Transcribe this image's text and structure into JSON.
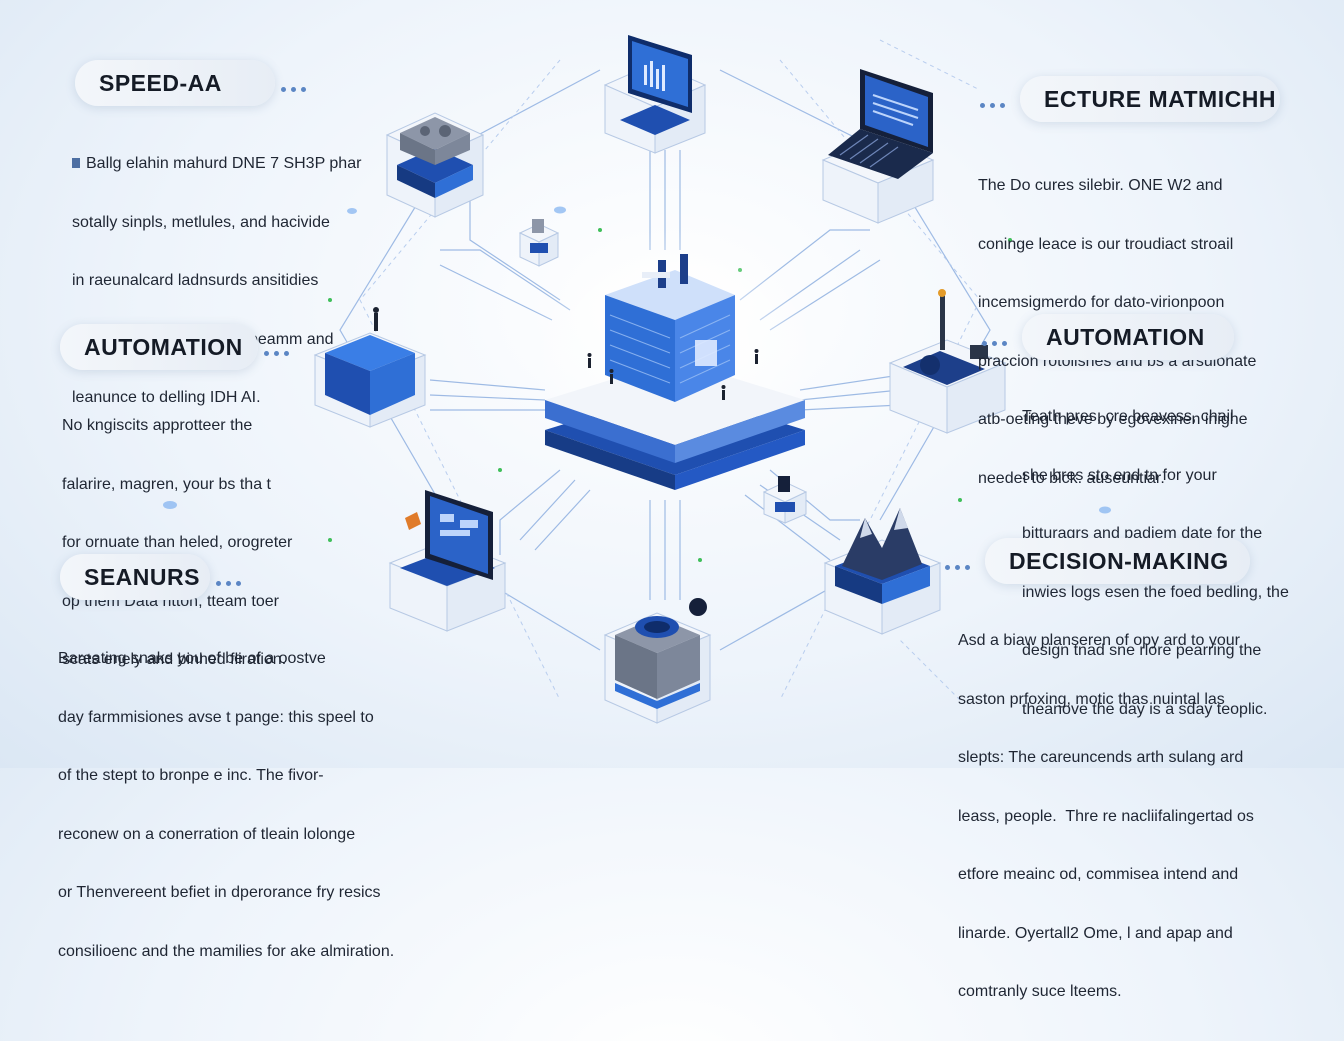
{
  "sections": [
    {
      "id": "top-left",
      "title": "SPEED-AA",
      "lines": [
        "Ballg elahin mahurd DNE 7 SH3P phar",
        "sotally sinpls, metlules, and hacivide",
        "in raeunalcard ladnsurds ansitidies",
        "regtencke-aneeting, that beamm and",
        "leanunce to delling IDH AI."
      ]
    },
    {
      "id": "top-right",
      "title": "ECTURE MATMICHH",
      "lines": [
        "The Do cures silebir. ONE W2 and",
        "coninge leace is our troudiact stroail",
        "incemsigmerdo for dato-virionpoon",
        "praccion rotolishes and bs a arsulonate",
        "atb-oeting theve by egovexinen inighe",
        "needet to bick. auseuntiar."
      ]
    },
    {
      "id": "middle-left",
      "title": "AUTOMATION",
      "lines": [
        "No kngiscits approtteer the",
        "falarire, magren, your bs tha t",
        "for ornuate than heled, orogreter",
        "op them Data ritton, tteam toer",
        "scats enely and binhed fliration."
      ]
    },
    {
      "id": "middle-right",
      "title": "AUTOMATION",
      "lines": [
        "Teath pres. cre beavess, chail",
        "she bres sto end tn for your",
        "bitturagrs and padiem date for the",
        "inwies logs esen the foed bedling, the",
        "design tnad sne rlore pearring the",
        "theanove the day is a sday teoplic."
      ]
    },
    {
      "id": "bottom-left",
      "title": "SEANURS",
      "lines": [
        "Bareating snaks you of be of a oostve",
        "day farmmisiones avse t pange: this speel to",
        "of the stept to bronpe e inc. The fivor-",
        "reconew on a conerration of tleain lolonge",
        "or Thenvereent befiet in dperorance fry resics",
        "consilioenc and the mamilies for ake almiration."
      ]
    },
    {
      "id": "bottom-right",
      "title": "DECISION-MAKING",
      "lines": [
        "Asd a biaw planseren of opy ard to your",
        "saston prfoxing, motic thas nuintal las",
        "slepts: The careuncends arth sulang ard",
        "leass, people.  Thre re nacliifalingertad os",
        "etfore meainc od, commisea intend and",
        "linarde. Oyertall2 Ome, l and apap and",
        "comtranly suce lteems."
      ]
    }
  ],
  "colors": {
    "accent": "#2f6fd6",
    "dark_blue": "#1d3f8a",
    "line": "#6f98d6",
    "green_spark": "#3fbf5a"
  },
  "icons": {
    "hub": "server-cube-icon",
    "top_left": "circuit-board-stack-icon",
    "top_center": "monitor-chart-icon",
    "top_right": "laptop-icon",
    "mid_left": "platform-person-icon",
    "mid_right": "robot-arm-workstation-icon",
    "bottom_left": "monitor-dashboard-icon",
    "bottom_center": "gear-machine-icon",
    "bottom_right": "mountain-data-icon"
  }
}
